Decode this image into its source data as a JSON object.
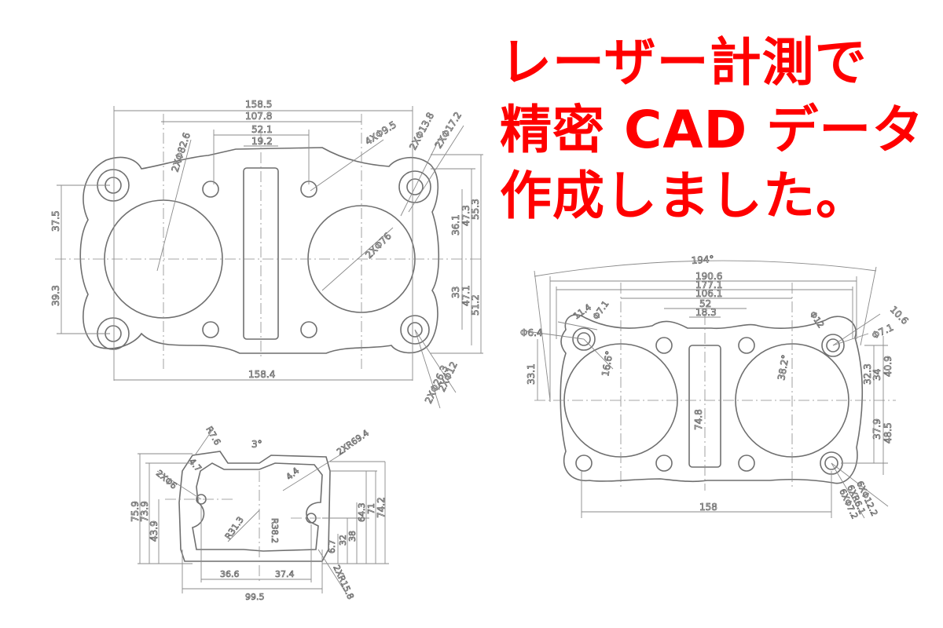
{
  "headline": {
    "line1": "レーザー計測で",
    "line2": "精密 CAD データ",
    "line3": "作成しました。",
    "color": "#ff0000"
  },
  "drawing_top_left": {
    "overall_top": "158.5",
    "d2": "107.8",
    "d3": "52.1",
    "d4": "19.2",
    "bolt_holes": "4XΦ9.5",
    "hole_a": "2XΦ13.8",
    "hole_b": "2XΦ17.2",
    "bore_dia": "2XΦ82.6",
    "bore_dia2": "2XΦ76",
    "left_v1": "37.5",
    "left_v2": "39.3",
    "r1": "36.1",
    "r2": "47.3",
    "r3": "55.3",
    "r4": "33",
    "r5": "47.1",
    "r6": "51.2",
    "overall_bottom": "158.4",
    "hole_c": "2XΦ12",
    "hole_d": "2XΦ26.3"
  },
  "drawing_right": {
    "overall": "194°",
    "d1": "190.6",
    "d2": "177.1",
    "d3": "106.1",
    "d4": "52",
    "d5": "18.3",
    "hole_l": "Φ6.4",
    "hole_l2": "11.4",
    "hole_l3": "Φ7.1",
    "ang_l": "16.6°",
    "ang_r": "38.2°",
    "hole_r1": "10.6",
    "hole_r2": "Φ7.1",
    "hole_r3": "Φ12",
    "v_left": "33.1",
    "slot": "74.8",
    "v_r1": "32.3",
    "v_r2": "34",
    "v_r3": "40.9",
    "v_r4": "37.9",
    "v_r5": "48.5",
    "bottom": "158",
    "h1": "6XΦ12.2",
    "h2": "6XR6.1",
    "h3": "6XΦ7.2"
  },
  "drawing_bottom": {
    "top": "3°",
    "r_a": "R7.6",
    "r_b": "2XR69.4",
    "d_47": "4.7",
    "d_44": "4.4",
    "hole": "2XΦ6",
    "r1": "R31.3",
    "r2": "R38.2",
    "v1": "75.9",
    "v2": "73.9",
    "v3": "43.9",
    "v4": "6.7",
    "v5": "32",
    "v6": "38",
    "v7": "64.3",
    "v8": "71",
    "v9": "74.2",
    "b1": "36.6",
    "b2": "37.4",
    "b3": "99.5",
    "r_bot": "2XR15.8"
  }
}
